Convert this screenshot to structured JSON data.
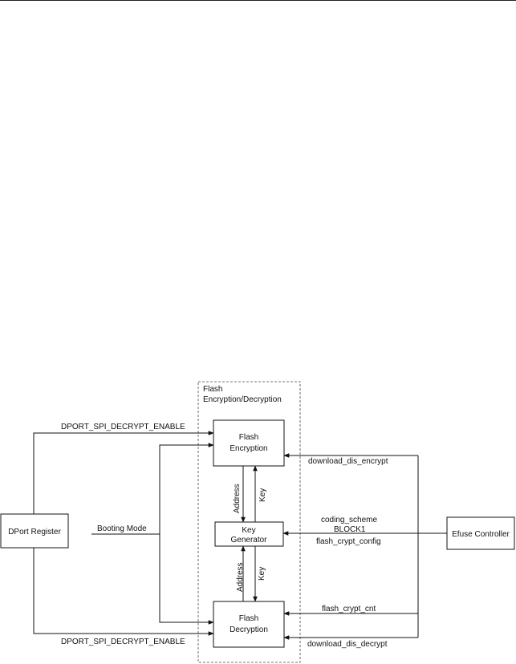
{
  "diagram": {
    "region_label_line1": "Flash",
    "region_label_line2": "Encryption/Decryption",
    "blocks": {
      "flash_encryption": {
        "line1": "Flash",
        "line2": "Encryption"
      },
      "key_generator": {
        "line1": "Key",
        "line2": "Generator"
      },
      "flash_decryption": {
        "line1": "Flash",
        "line2": "Decryption"
      },
      "dport_register": "DPort Register",
      "efuse_controller": "Efuse Controller"
    },
    "signals": {
      "dport_spi_decrypt_enable_top": "DPORT_SPI_DECRYPT_ENABLE",
      "dport_spi_decrypt_enable_bottom": "DPORT_SPI_DECRYPT_ENABLE",
      "booting_mode": "Booting Mode",
      "address_top": "Address",
      "key_top": "Key",
      "address_bottom": "Address",
      "key_bottom": "Key",
      "download_dis_encrypt": "download_dis_encrypt",
      "coding_scheme": "coding_scheme",
      "block1": "BLOCK1",
      "flash_crypt_config": "flash_crypt_config",
      "flash_crypt_cnt": "flash_crypt_cnt",
      "download_dis_decrypt": "download_dis_decrypt"
    }
  }
}
